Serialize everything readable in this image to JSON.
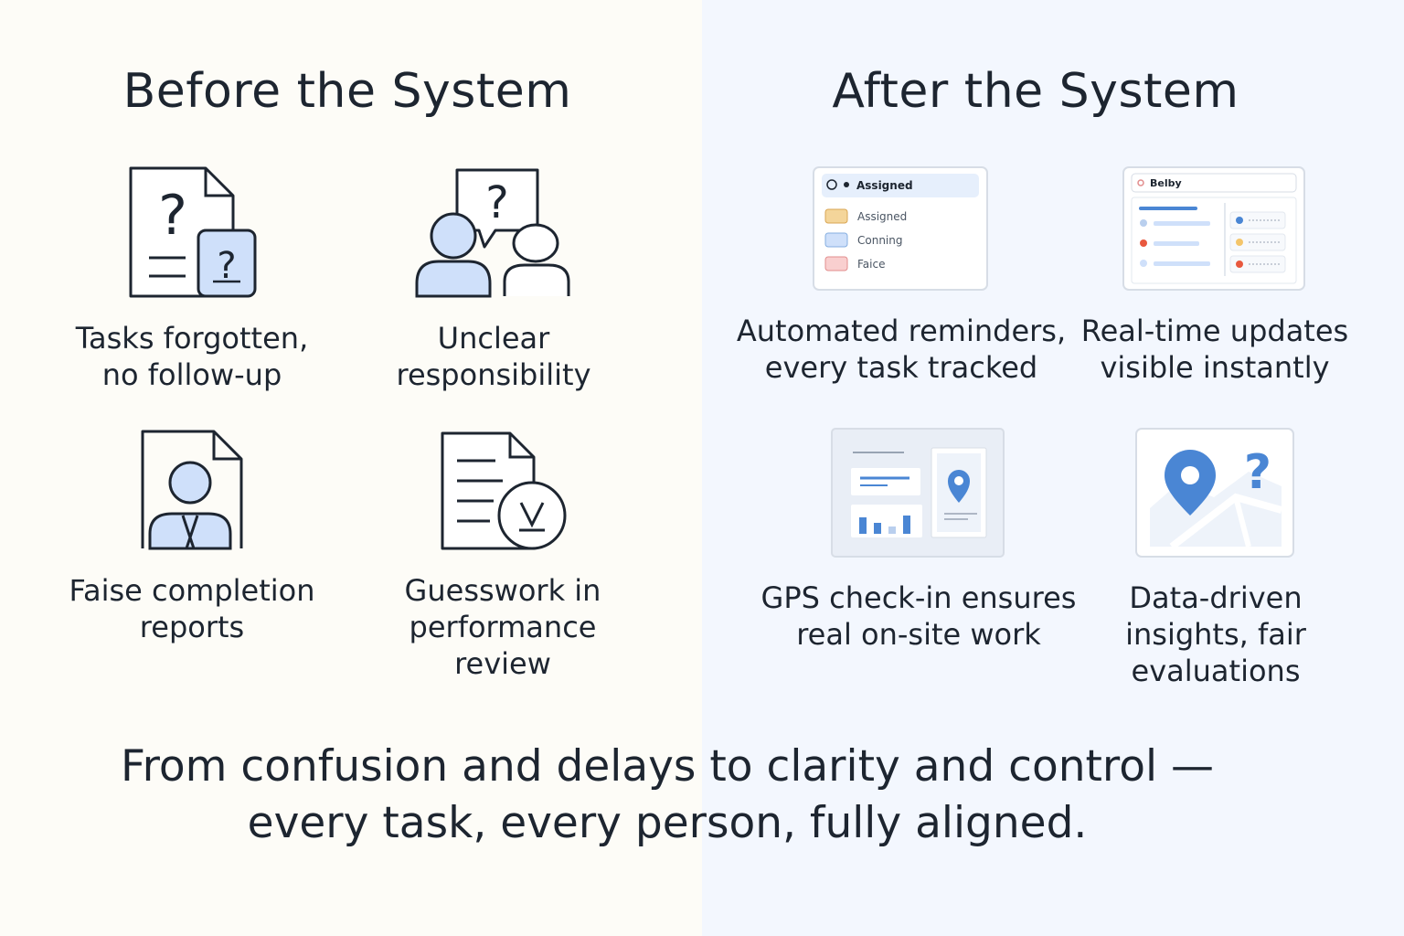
{
  "before": {
    "title": "Before the System",
    "items": [
      {
        "caption": "Tasks forgotten,\nno follow-up",
        "icon": "question-document-icon"
      },
      {
        "caption": "Unclear\nresponsibility",
        "icon": "confused-people-icon"
      },
      {
        "caption": "Faise completion\nreports",
        "icon": "person-document-icon"
      },
      {
        "caption": "Guesswork in\nperformance review",
        "icon": "document-check-icon"
      }
    ]
  },
  "after": {
    "title": "After the System",
    "items": [
      {
        "caption": "Automated reminders,\nevery task tracked",
        "icon": "task-list-card-icon"
      },
      {
        "caption": "Real-time updates\nvisible instantly",
        "icon": "status-board-card-icon"
      },
      {
        "caption": "GPS check-in ensures\nreal on-site work",
        "icon": "gps-dashboard-icon"
      },
      {
        "caption": "Data-driven\ninsights, fair\nevaluations",
        "icon": "map-pin-question-icon"
      }
    ],
    "task_card": {
      "header": "Assigned",
      "rows": [
        "Assigned",
        "Conning",
        "Faice"
      ]
    },
    "status_card": {
      "header": "Belby"
    }
  },
  "tagline": "From confusion and delays to clarity and control —\nevery task, every person, fully aligned.",
  "colors": {
    "left_background": "#fdfcf7",
    "right_background": "#f3f7fe",
    "accent_blue": "#4a86d4",
    "light_blue_fill": "#cfe0fa",
    "ink": "#1d2530"
  }
}
